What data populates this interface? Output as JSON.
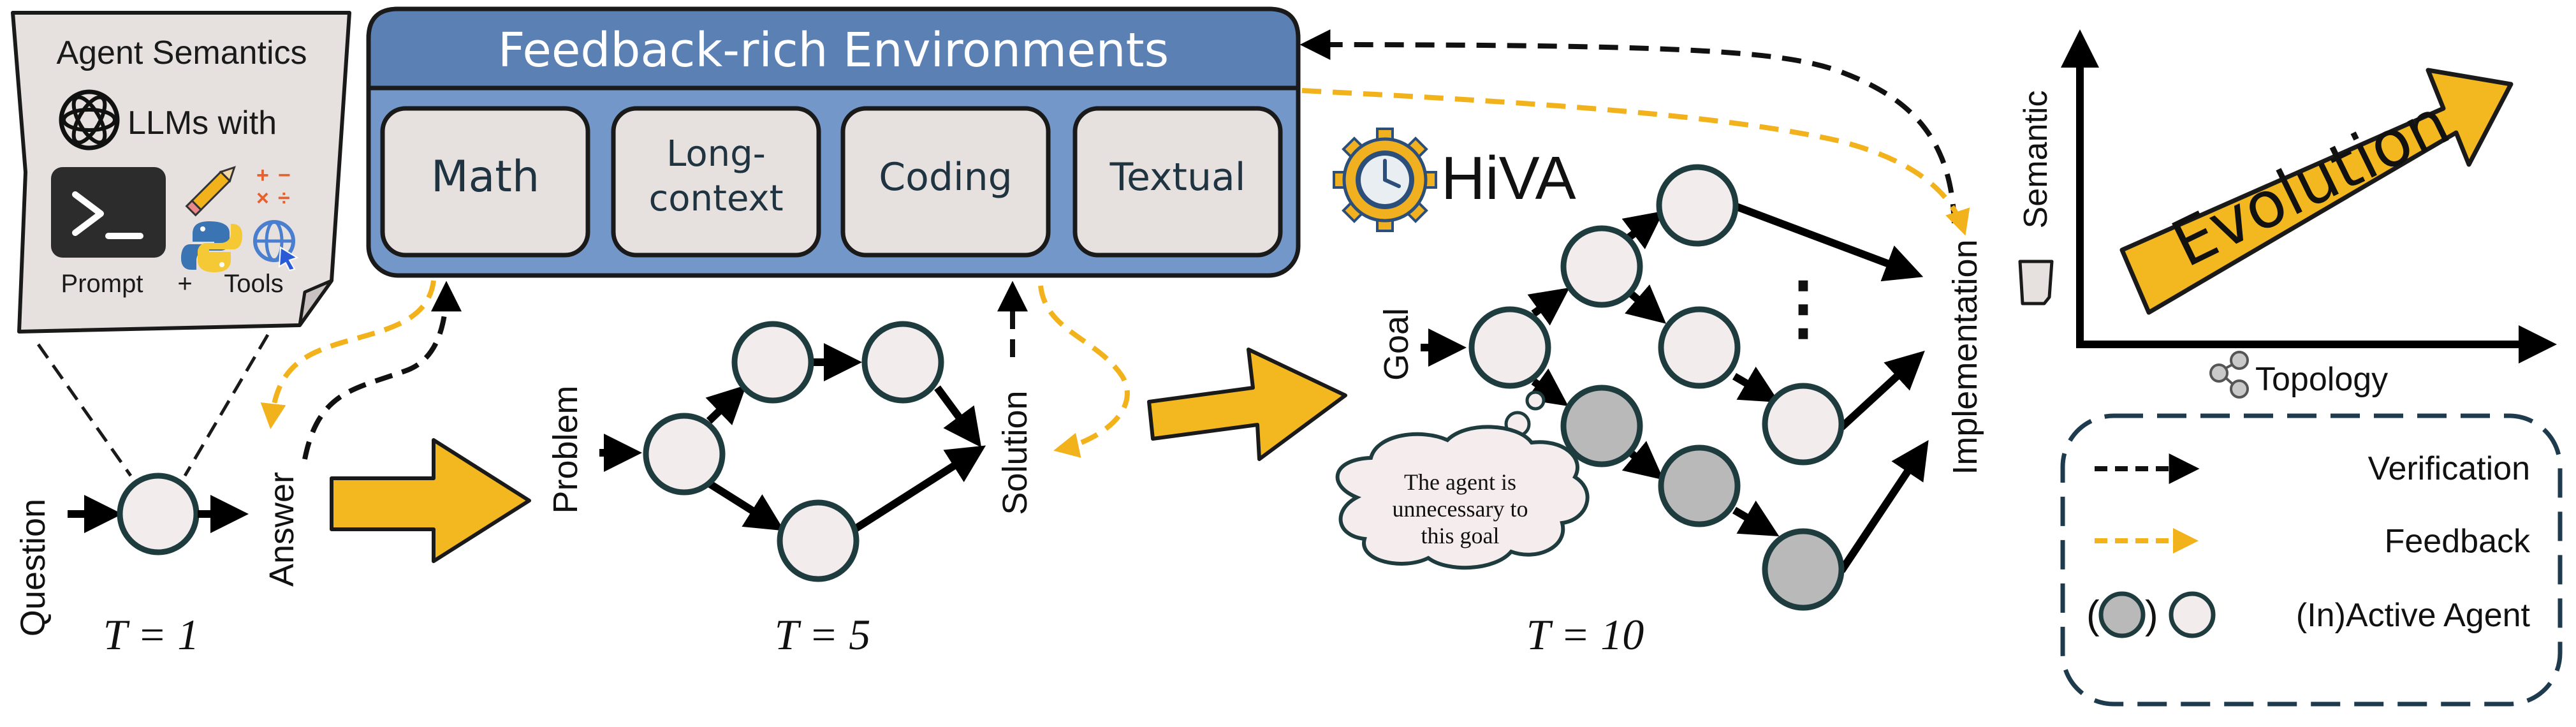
{
  "agent_semantics": {
    "title": "Agent Semantics",
    "llms_label": "LLMs with",
    "prompt_label": "Prompt",
    "plus": "+",
    "tools_label": "Tools"
  },
  "environments": {
    "title": "Feedback-rich Environments",
    "items": [
      {
        "line1": "Math",
        "line2": ""
      },
      {
        "line1": "Long-",
        "line2": "context"
      },
      {
        "line1": "Coding",
        "line2": ""
      },
      {
        "line1": "Textual",
        "line2": ""
      }
    ]
  },
  "stage1": {
    "input": "Question",
    "output": "Answer",
    "time": "T = 1"
  },
  "stage2": {
    "input": "Problem",
    "output": "Solution",
    "time": "T = 5"
  },
  "stage3": {
    "brand": "HiVA",
    "input": "Goal",
    "output": "Implementation",
    "ellipsis": "⋮",
    "thought": [
      "The agent is",
      "unnecessary to",
      "this goal"
    ],
    "time": "T = 10"
  },
  "evolution_plot": {
    "y_axis": "Semantic",
    "x_axis": "Topology",
    "arrow_label": "Evolution"
  },
  "legend": {
    "verification": "Verification",
    "feedback": "Feedback",
    "agents": "(In)Active Agent"
  },
  "colors": {
    "env_blue": "#6f8fbf",
    "env_header": "#5a7fb2",
    "box_fill": "#e6e1de",
    "node_active": "#f2ecec",
    "node_inactive": "#b9b9b9",
    "node_stroke": "#1e3b3e",
    "feedback_yellow": "#f2b21c",
    "arrow_yellow": "#f3b71f"
  }
}
